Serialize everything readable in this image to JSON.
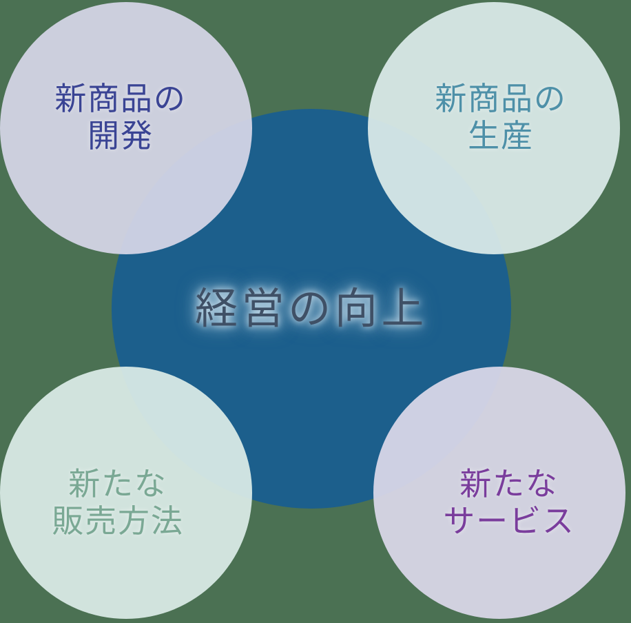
{
  "background": {
    "color": "#4b7153"
  },
  "diagram": {
    "title": "経営の向上",
    "type": "venn-cluster",
    "hub": {
      "label": "経営の向上",
      "fill_color": "#1c5f8c",
      "text_color": "#3f5066",
      "glow_color": "#deeef8"
    },
    "satellites": [
      {
        "id": "new-product-development",
        "label": "新商品の\n開発",
        "position": "top-left",
        "fill_color": "#d6d6e7",
        "text_color": "#3a4494"
      },
      {
        "id": "new-product-production",
        "label": "新商品の\n生産",
        "position": "top-right",
        "fill_color": "#dbebea",
        "text_color": "#4e90a8"
      },
      {
        "id": "new-sales-method",
        "label": "新たな\n販売方法",
        "position": "bottom-left",
        "fill_color": "#dbece7",
        "text_color": "#7aa894"
      },
      {
        "id": "new-service",
        "label": "新たな\nサービス",
        "position": "bottom-right",
        "fill_color": "#dbd8ea",
        "text_color": "#7a3d9c"
      }
    ]
  }
}
